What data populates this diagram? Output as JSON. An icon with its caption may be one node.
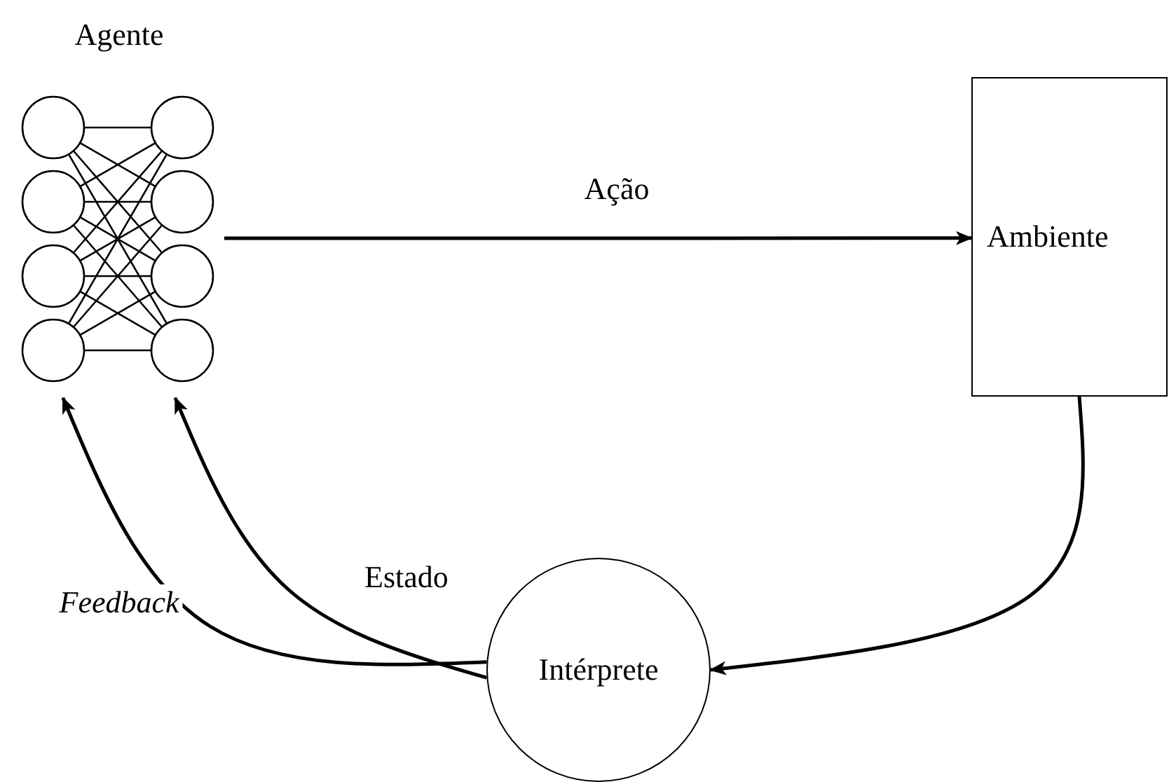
{
  "diagram": {
    "nodes": [
      {
        "text": [
          "Agente"
        ]
      },
      {
        "text": [
          "Ambiente"
        ]
      },
      {
        "text": [
          "Intérprete"
        ]
      }
    ],
    "edges": [
      {
        "from": 0,
        "to": 1,
        "arrow": "to",
        "label": "Ação"
      },
      {
        "from": 1,
        "to": 2,
        "arrow": "to"
      },
      {
        "from": 2,
        "to": 0,
        "arrow": "to",
        "label": "Estado"
      },
      {
        "from": 2,
        "to": 0,
        "arrow": "to",
        "label": "Feedback"
      }
    ]
  }
}
